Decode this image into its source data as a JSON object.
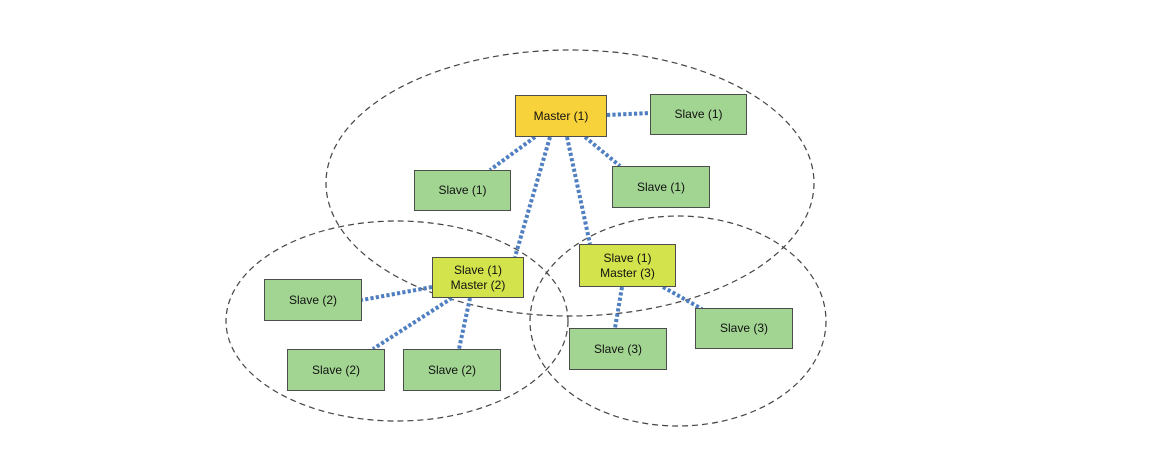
{
  "diagram": {
    "master_1": "Master (1)",
    "slave_1_a": "Slave (1)",
    "slave_1_b": "Slave (1)",
    "slave_1_c": "Slave (1)",
    "bridge_2": {
      "line1": "Slave (1)",
      "line2": "Master (2)"
    },
    "bridge_3": {
      "line1": "Slave (1)",
      "line2": "Master (3)"
    },
    "slave_2_a": "Slave (2)",
    "slave_2_b": "Slave (2)",
    "slave_2_c": "Slave (2)",
    "slave_3_a": "Slave (3)",
    "slave_3_b": "Slave (3)"
  },
  "colors": {
    "master": "#f7d23a",
    "bridge": "#d2e34b",
    "slave": "#a2d592",
    "link": "#4f7fc0"
  }
}
